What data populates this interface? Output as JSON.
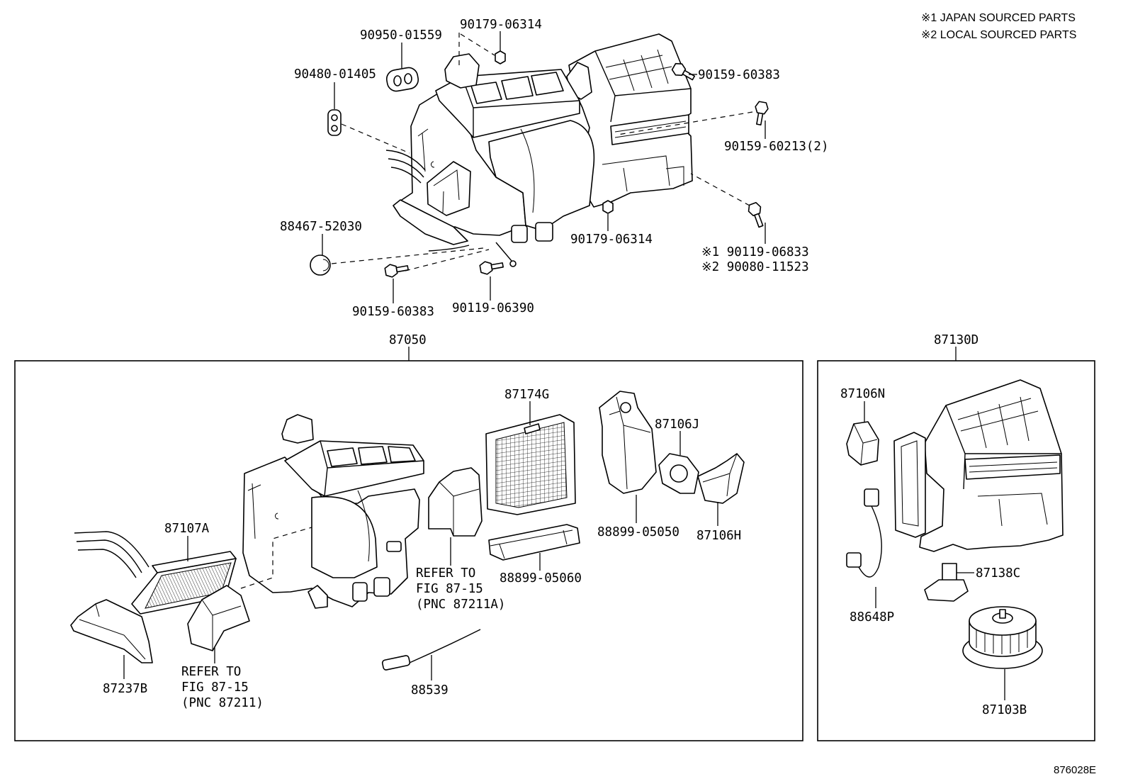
{
  "legend": {
    "japan_sourced": "※1 JAPAN SOURCED PARTS",
    "local_sourced": "※2 LOCAL SOURCED PARTS"
  },
  "top_parts": {
    "grommet": "90950-01559",
    "nut_upper": "90179-06314",
    "clip": "90480-01405",
    "screw_upper_right": "90159-60383",
    "screw_right_pair": "90159-60213(2)",
    "cap": "88467-52030",
    "nut_lower": "90179-06314",
    "bolt_japan": "※1 90119-06833",
    "bolt_local": "※2 90080-11523",
    "screw_lower_left": "90159-60383",
    "bolt_lower": "90119-06390"
  },
  "assemblies": {
    "cooling_unit": "87050",
    "blower_assembly": "87130D"
  },
  "cooling_unit_parts": {
    "filter": "87174G",
    "servo_j": "87106J",
    "evaporator": "87107A",
    "cover_05050": "88899-05050",
    "servo_h": "87106H",
    "cover_05060": "88899-05060",
    "bracket": "87237B",
    "sensor": "88539",
    "ref_duct": {
      "line1": "REFER TO",
      "line2": "FIG 87-15",
      "line3": "(PNC 87211A)"
    },
    "ref_case": {
      "line1": "REFER TO",
      "line2": "FIG 87-15",
      "line3": "(PNC 87211)"
    }
  },
  "blower_parts": {
    "servo_n": "87106N",
    "resistor": "87138C",
    "wire_harness": "88648P",
    "motor": "87103B"
  },
  "figure_code": "876028E"
}
